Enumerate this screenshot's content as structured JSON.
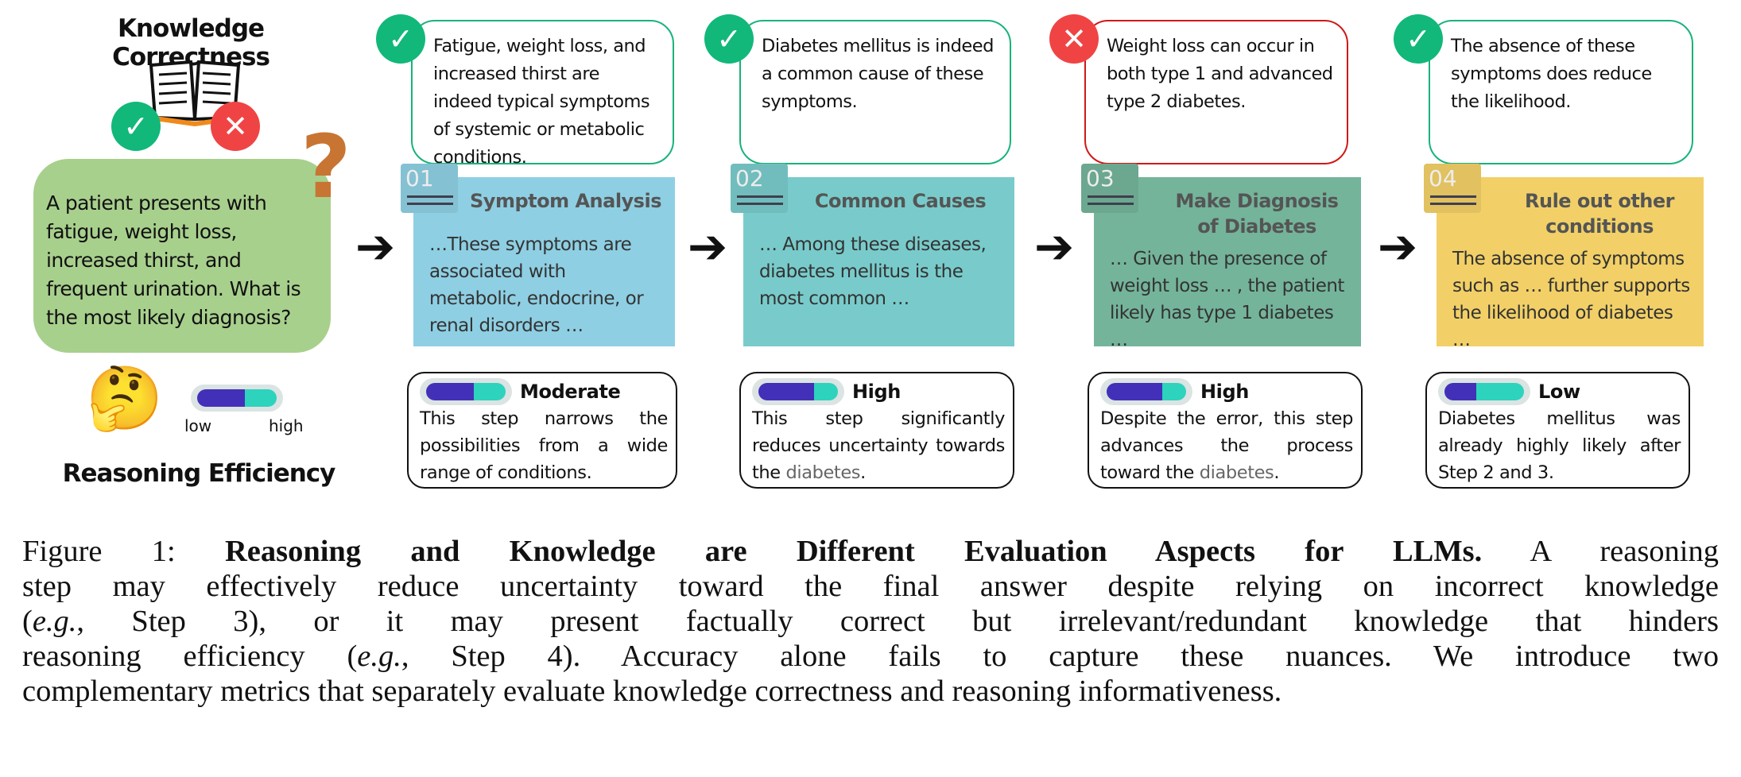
{
  "legend": {
    "knowledge_title": "Knowledge Correctness",
    "efficiency_title": "Reasoning Efficiency",
    "low": "low",
    "high": "high",
    "legend_fill": 0.6
  },
  "question": "A patient presents with fatigue, weight loss, increased thirst, and frequent urination. What is the most likely diagnosis?",
  "colors": {
    "correct": "#11b87a",
    "incorrect": "#f04444",
    "step1": "#8ecfe3",
    "step2": "#79cbcb",
    "step3": "#74b49b",
    "step4": "#f2d067",
    "question": "#a8d08d",
    "bar_low": "#4330b8",
    "bar_high": "#2dd3bd"
  },
  "steps": [
    {
      "num": "01",
      "title": "Symptom Analysis",
      "body": "…These symptoms are associated with metabolic, endocrine, or renal disorders …",
      "correct": true,
      "knowledge": "Fatigue, weight loss, and increased thirst are indeed typical symptoms of systemic or metabolic conditions.",
      "level": "Moderate",
      "fill": 0.6,
      "eff_pre": "This step narrows the possibilities from a wide range of conditions.",
      "eff_hl": "",
      "eff_post": ""
    },
    {
      "num": "02",
      "title": "Common Causes",
      "body": "… Among these diseases, diabetes mellitus is the most common …",
      "correct": true,
      "knowledge": "Diabetes mellitus is indeed a common cause of these symptoms.",
      "level": "High",
      "fill": 0.7,
      "eff_pre": "This step significantly reduces uncertainty towards the ",
      "eff_hl": "diabetes",
      "eff_post": "."
    },
    {
      "num": "03",
      "title": "Make Diagnosis of Diabetes",
      "body": "… Given the presence of weight loss … , the patient likely has type 1 diabetes …",
      "correct": false,
      "knowledge": "Weight loss can occur in both type 1 and advanced type 2 diabetes.",
      "level": "High",
      "fill": 0.7,
      "eff_pre": "Despite the error, this step advances the process toward the ",
      "eff_hl": "diabetes",
      "eff_post": "."
    },
    {
      "num": "04",
      "title": "Rule out other conditions",
      "body": "The absence of symptoms such as … further supports the likelihood of diabetes …",
      "correct": true,
      "knowledge": "The absence of these symptoms does reduce the likelihood.",
      "level": "Low",
      "fill": 0.4,
      "eff_pre": "Diabetes mellitus was already highly likely after Step 2 and 3.",
      "eff_hl": "",
      "eff_post": ""
    }
  ],
  "caption": {
    "l1a": "Figure 1: ",
    "l1b": "Reasoning and Knowledge are Different Evaluation Aspects for LLMs.",
    "l1c": " A reasoning",
    "l2": "step may effectively reduce uncertainty toward the final answer despite relying on incorrect knowledge",
    "l3a": "(",
    "l3b": "e.g.",
    "l3c": ", Step 3), or it may present factually correct but irrelevant/redundant knowledge that hinders",
    "l4a": "reasoning efficiency (",
    "l4b": "e.g.",
    "l4c": ", Step 4). Accuracy alone fails to capture these nuances. We introduce two",
    "l5": "complementary metrics that separately evaluate knowledge correctness and reasoning informativeness."
  }
}
